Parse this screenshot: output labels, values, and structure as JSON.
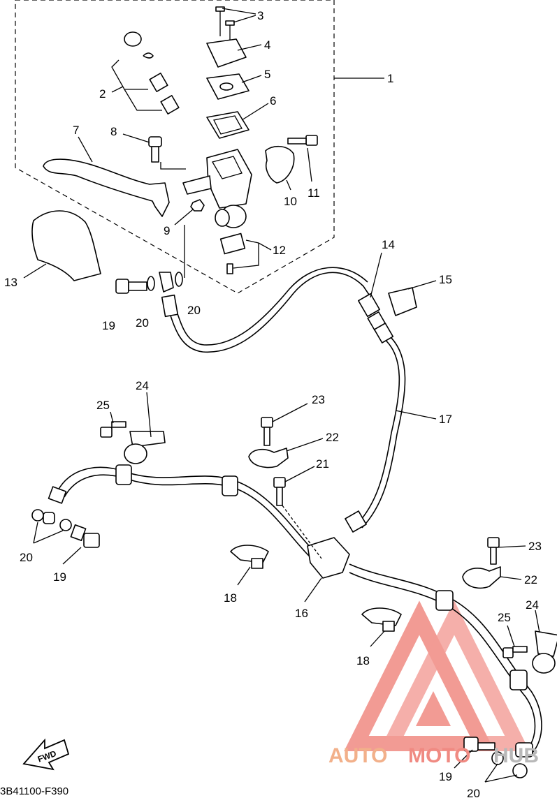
{
  "diagram_code": "3B41100-F390",
  "fwd_label": "FWD",
  "watermark": {
    "part1": "AUTO",
    "part2": "MOTO",
    "part3": "HUB",
    "color_main": "#f08a82",
    "color_accent": "#f2b08a",
    "color_hub": "#b8b8b8"
  },
  "callouts": {
    "c1": "1",
    "c2": "2",
    "c3": "3",
    "c4": "4",
    "c5": "5",
    "c6": "6",
    "c7": "7",
    "c8": "8",
    "c9": "9",
    "c10": "10",
    "c11": "11",
    "c12": "12",
    "c13": "13",
    "c14": "14",
    "c15": "15",
    "c16": "16",
    "c17": "17",
    "c18a": "18",
    "c18b": "18",
    "c19a": "19",
    "c19b": "19",
    "c19c": "19",
    "c20a": "20",
    "c20b": "20",
    "c20c": "20",
    "c20d": "20",
    "c21": "21",
    "c22a": "22",
    "c22b": "22",
    "c23a": "23",
    "c23b": "23",
    "c24a": "24",
    "c24b": "24",
    "c25a": "25",
    "c25b": "25"
  }
}
